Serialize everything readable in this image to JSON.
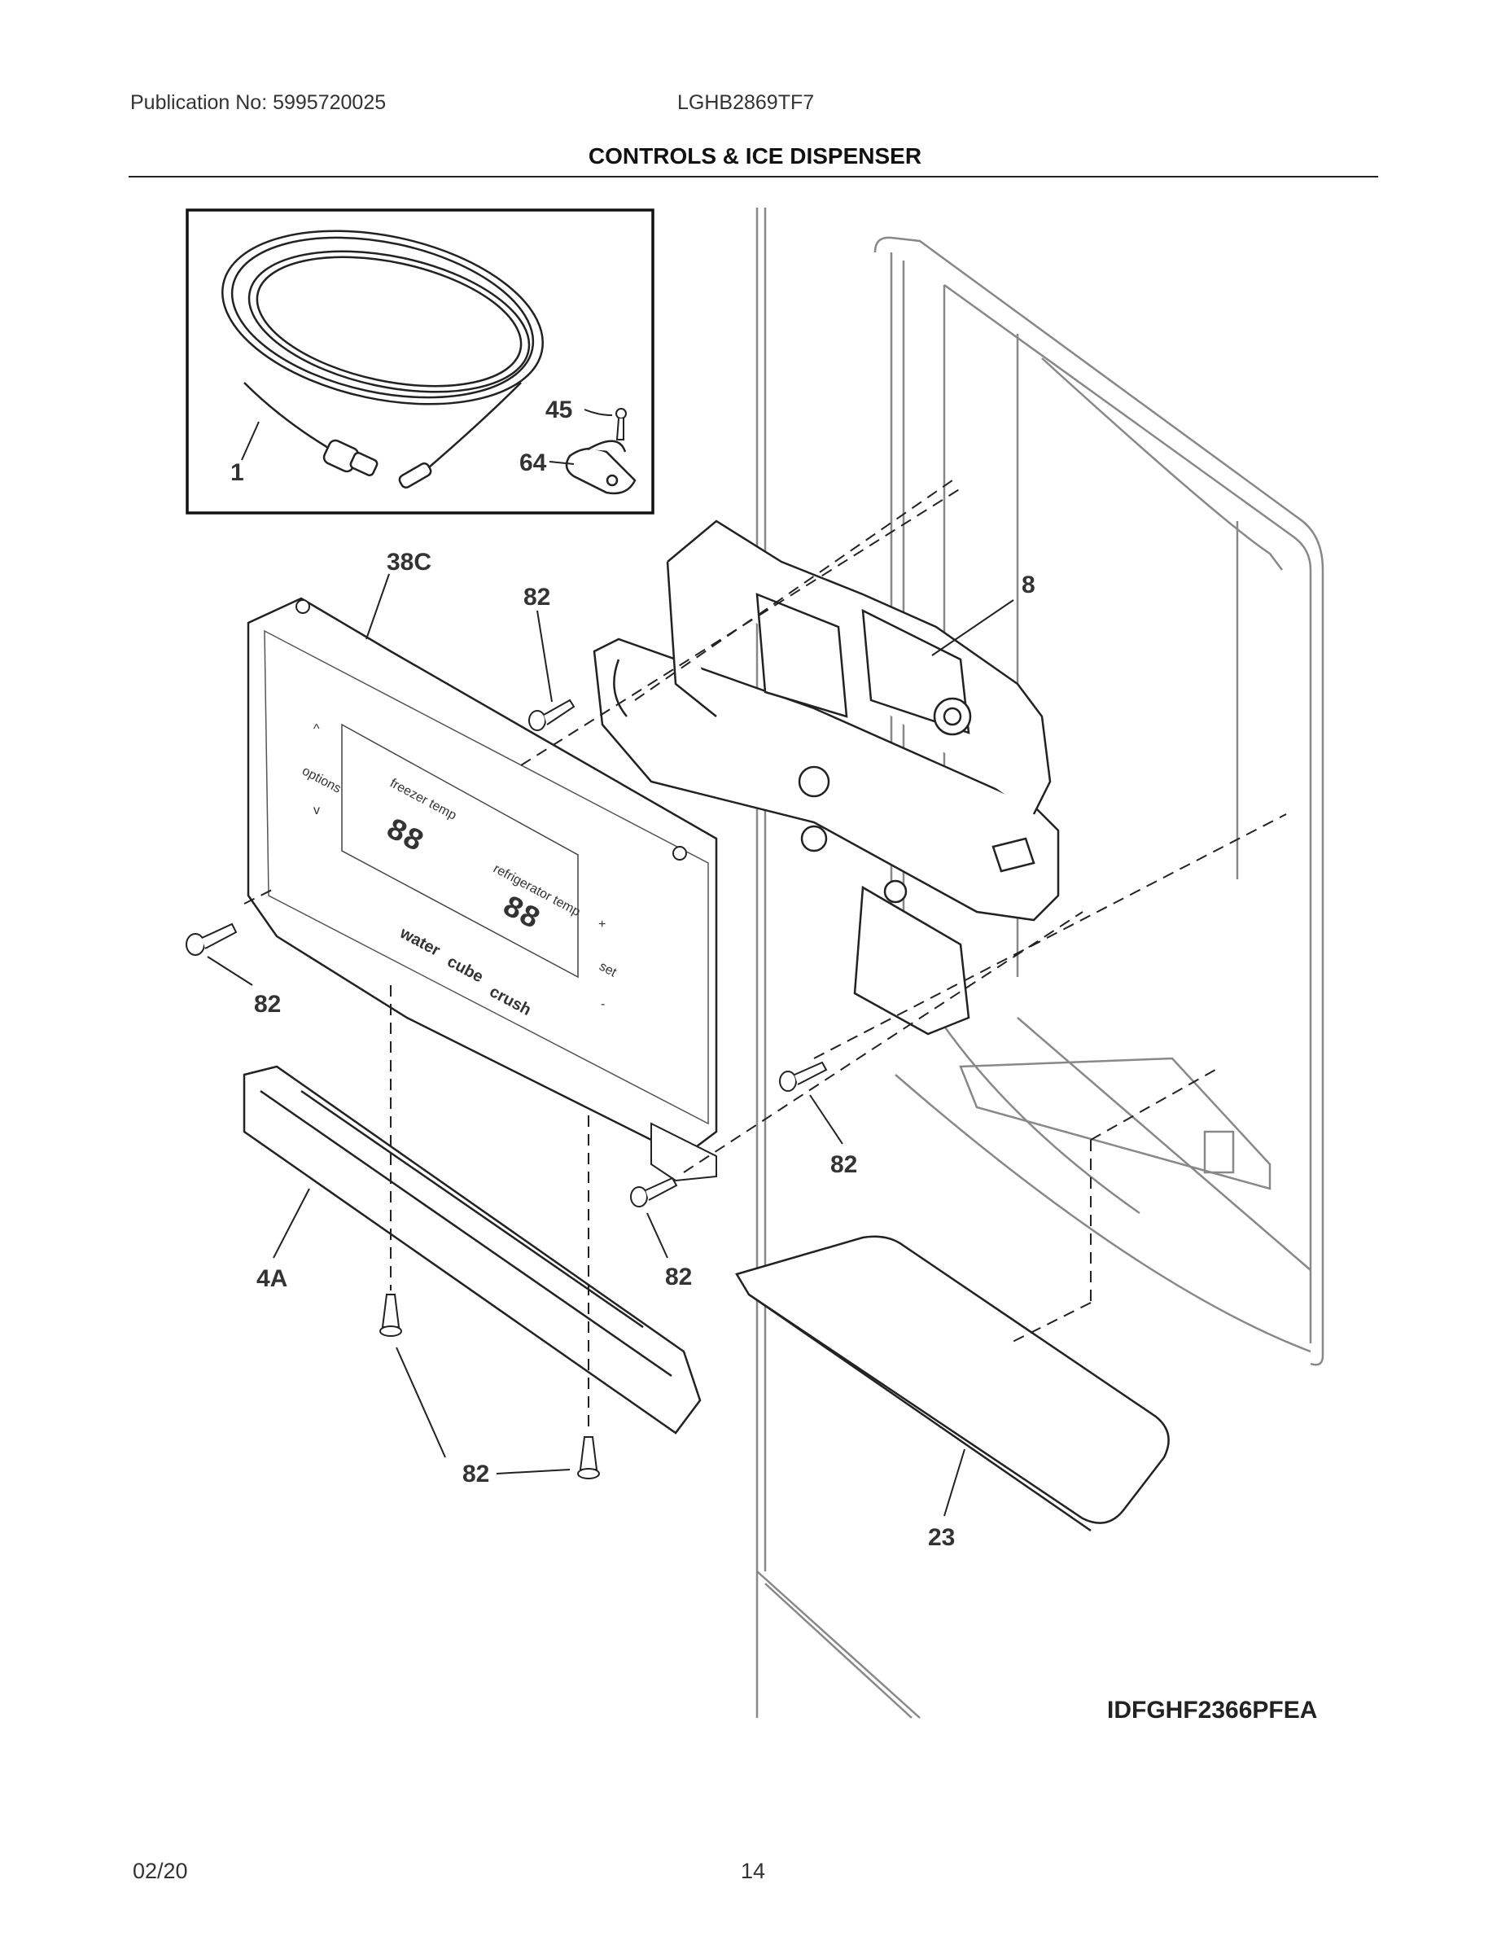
{
  "header": {
    "publication": "Publication No: 5995720025",
    "model": "LGHB2869TF7",
    "title": "CONTROLS & ICE DISPENSER"
  },
  "callouts": {
    "c1": "1",
    "c45": "45",
    "c64": "64",
    "c38c": "38C",
    "c82_top": "82",
    "c8": "8",
    "c82_left": "82",
    "c82_right": "82",
    "c4a": "4A",
    "c82_mid": "82",
    "c82_bottom": "82",
    "c23": "23"
  },
  "panel": {
    "up": "^",
    "options": "options",
    "down": "v",
    "freezer_temp": "freezer temp",
    "digits_left": "88",
    "digits_right": "88",
    "refrigerator_temp": "refrigerator temp",
    "water": "water",
    "cube": "cube",
    "crush": "crush",
    "plus": "+",
    "set": "set",
    "minus": "-"
  },
  "diagram_code": "IDFGHF2366PFEA",
  "footer": {
    "date": "02/20",
    "page": "14"
  }
}
